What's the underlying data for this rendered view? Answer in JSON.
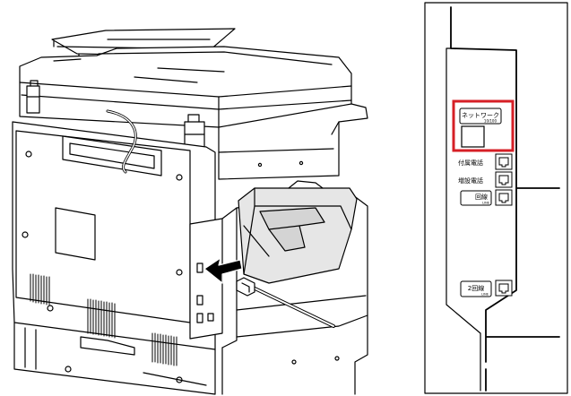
{
  "diagram": {
    "machine_alt": "multifunction copier rear view with network cable being inserted",
    "panel": {
      "highlight_color": "#d61f26",
      "network": {
        "label": "ネットワーク",
        "sublabel": "10/100"
      },
      "ports": [
        {
          "label": "付属電話",
          "sublabel": ""
        },
        {
          "label": "増設電話",
          "sublabel": ""
        },
        {
          "label": "回線",
          "sublabel": "LINE"
        }
      ],
      "line2": {
        "label": "2回線",
        "sublabel": "LINE"
      }
    }
  }
}
